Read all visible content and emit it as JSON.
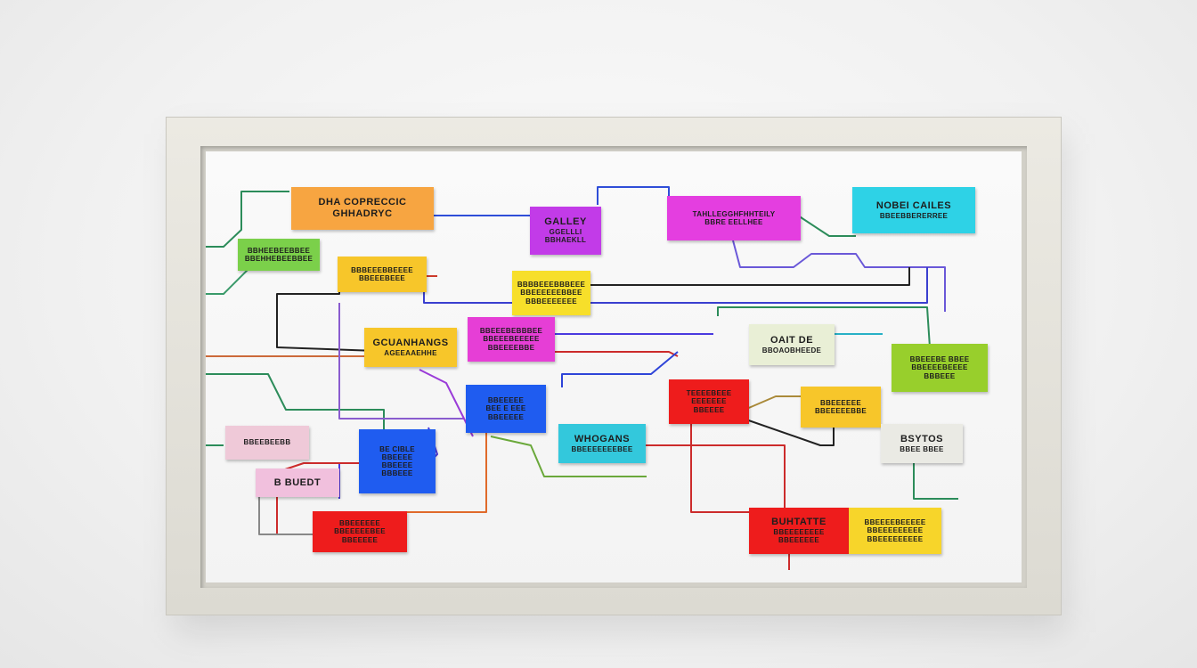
{
  "colors": {
    "orange": "#f7a541",
    "green": "#7bd04a",
    "yellow": "#f7c62a",
    "magenta": "#c23be8",
    "cyan": "#2ed2e6",
    "pink": "#e63ed6",
    "blue": "#1f5cf0",
    "teal": "#33c8dc",
    "red": "#ee1c1c",
    "lime": "#98cf2c",
    "pale": "#e9efd6",
    "light_pink": "#f1c0dd",
    "grey_note": "#eaeae4"
  },
  "notes": {
    "diagnostic": {
      "l1": "DHA COPRECCIC",
      "l2": "GHHADRYC"
    },
    "gallery": {
      "l1": "GALLEY",
      "l2": "GGELLLI",
      "l3": "BBHAEKLL"
    },
    "magenta_top": {
      "l1": "TAHLLEGGHFHHTEILY",
      "l2": "BBRE EELLHEE"
    },
    "nobel": {
      "l1": "NOBEI CAILES",
      "l2": "BBEEBBERERREE"
    },
    "green_left": {
      "l1": "BBHEEBEEBBEE",
      "l2": "BBEHHEBEEBBEE"
    },
    "yellow_left": {
      "l1": "BBBEEEBBEEEE",
      "l2": "BBEEEBEEE"
    },
    "yellow_center": {
      "l1": "BBBBEEEBBBEEE",
      "l2": "BBEEEEEEBBEE",
      "l3": "BBBEEEEEEE"
    },
    "gcuan": {
      "l1": "GCUANHANGS",
      "l2": "AGEEAAEHHE"
    },
    "pink_center": {
      "l1": "BBEEEBEBBBEE",
      "l2": "BBEEEBEEEEE",
      "l3": "BBEEEEBBE"
    },
    "oait": {
      "l1": "OAIT DE",
      "l2": "BBOAOBHEEDE"
    },
    "green_right": {
      "l1": "BBEEEBE BBEE",
      "l2": "BBEEEEBEEEE",
      "l3": "BBBEEE"
    },
    "blue_center": {
      "l1": "BBEEEEE",
      "l2": "BEE E EEE",
      "l3": "BBEEEEE"
    },
    "red_center": {
      "l1": "TEEEEBEEE",
      "l2": "EEEEEEE",
      "l3": "BBEEEE"
    },
    "yellow_right": {
      "l1": "BBEEEEEE",
      "l2": "BBEEEEEBBE"
    },
    "blue_left": {
      "l1": "BE CIBLE",
      "l2": "BBEEEE",
      "l3": "BBEEEE",
      "l4": "BBBEEE"
    },
    "whogans": {
      "l1": "WHOGANS",
      "l2": "BBEEEEEEEBEE"
    },
    "bsytos": {
      "l1": "BSYTOS",
      "l2": "BBEE BBEE"
    },
    "pink_small": {
      "l1": "BBEEBEEBB"
    },
    "light_pink": {
      "l1": "B BUEDT"
    },
    "red_bottom": {
      "l1": "BBEEEEEE",
      "l2": "BBEEEEEBEE",
      "l3": "BBEEEEE"
    },
    "buhtatte": {
      "l1": "BUHTATTE",
      "l2": "BBEEEEEEEE",
      "l3": "BBEEEEEE"
    },
    "yellow_bottom": {
      "l1": "BBEEEEBEEEEE",
      "l2": "BBEEEEEEEEE",
      "l3": "BBEEEEEEEEE"
    }
  }
}
